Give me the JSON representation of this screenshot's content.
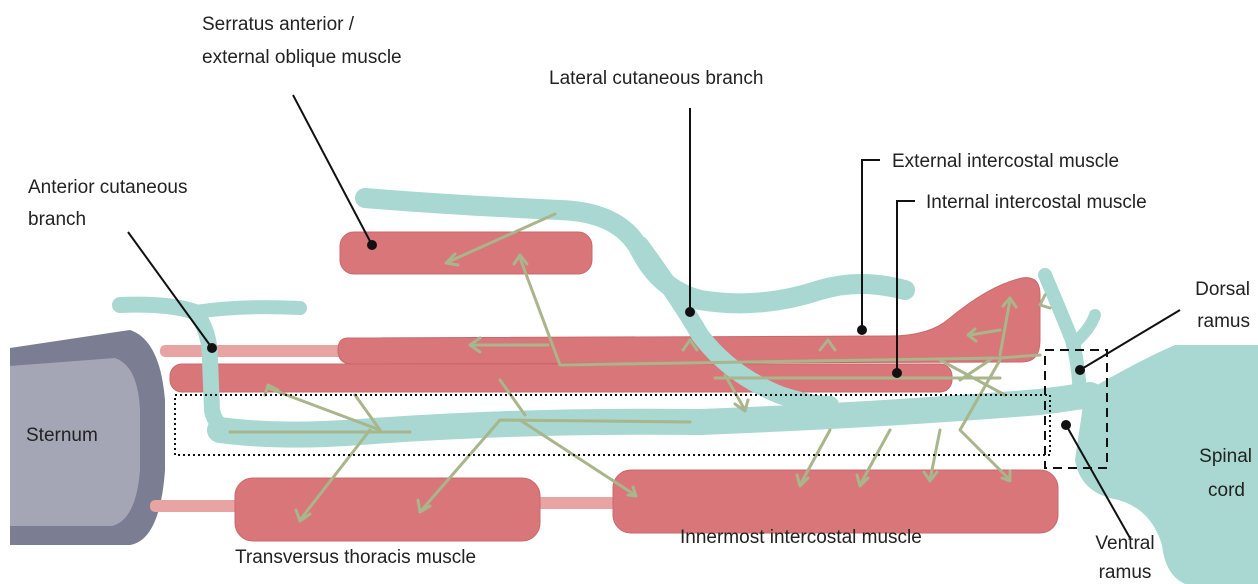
{
  "labels": {
    "serratus_line1": "Serratus anterior /",
    "serratus_line2": "external oblique muscle",
    "lateral_cutaneous": "Lateral cutaneous branch",
    "external_intercostal": "External intercostal muscle",
    "internal_intercostal": "Internal intercostal muscle",
    "anterior_cutaneous_line1": "Anterior cutaneous",
    "anterior_cutaneous_line2": "branch",
    "dorsal_line1": "Dorsal",
    "dorsal_line2": "ramus",
    "sternum": "Sternum",
    "spinal_line1": "Spinal",
    "spinal_line2": "cord",
    "transversus": "Transversus thoracis muscle",
    "innermost": "Innermost intercostal muscle",
    "ventral_line1": "Ventral",
    "ventral_line2": "ramus"
  },
  "colors": {
    "muscle": "#d9767a",
    "nerve": "#a8d8d1",
    "sternum_outer": "#7b7d93",
    "sternum_inner": "#a4a6b6",
    "twig": "#a9b58a"
  }
}
